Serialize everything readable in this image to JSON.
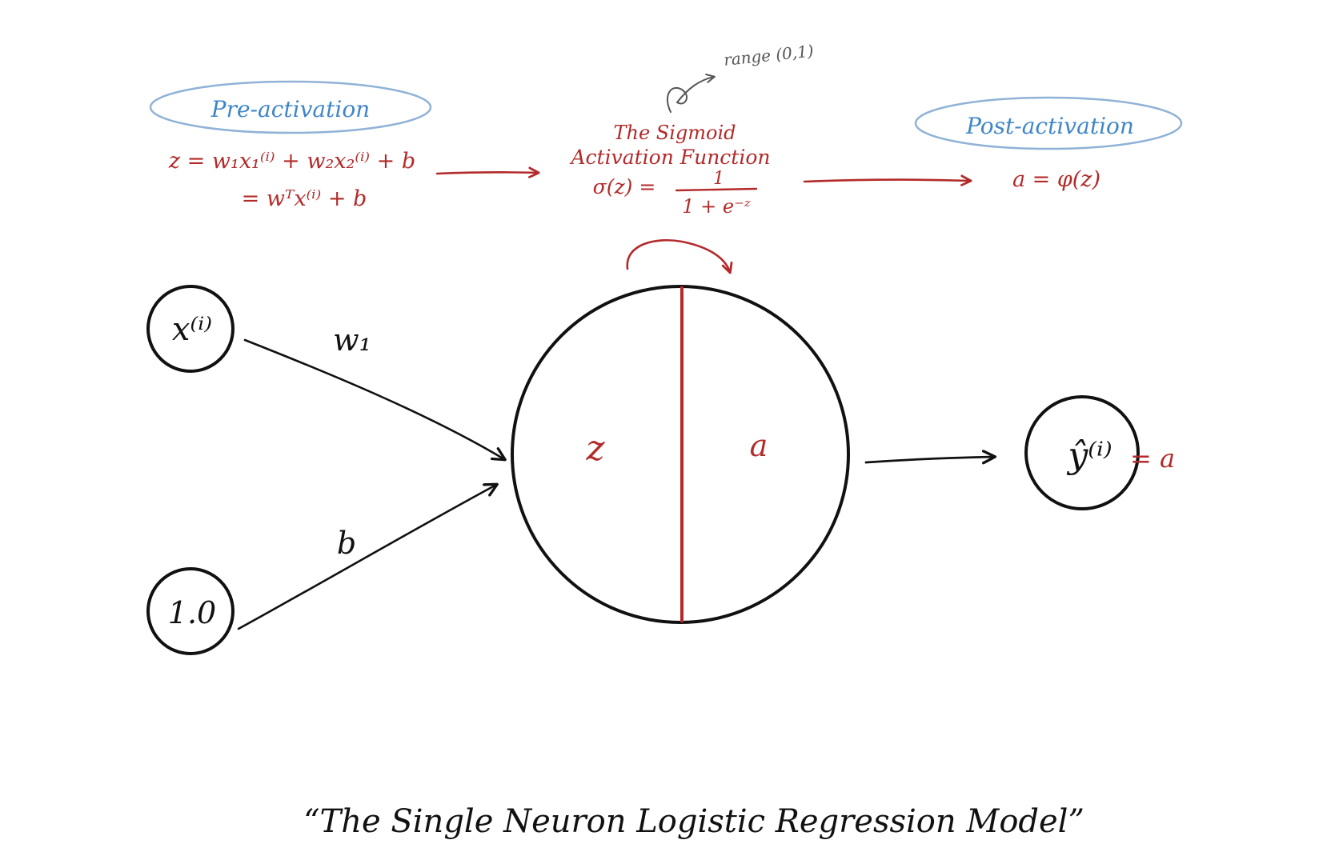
{
  "colors": {
    "ink": "#111111",
    "annotation_red": "#b32a2a",
    "label_blue": "#3f86c8",
    "ellipse_blue": "#8fb2d6",
    "note_gray": "#555555"
  },
  "labels": {
    "range_note": "range (0,1)",
    "pre_activation": "Pre-activation",
    "pre_formula_line1": "z = w₁x₁⁽ⁱ⁾ + w₂x₂⁽ⁱ⁾ + b",
    "pre_formula_line2": "= wᵀx⁽ⁱ⁾ + b",
    "sigmoid_title_line1": "The Sigmoid",
    "sigmoid_title_line2": "Activation Function",
    "sigmoid_lhs": "σ(z) =",
    "sigmoid_numerator": "1",
    "sigmoid_denominator": "1 + e⁻ᶻ",
    "post_activation": "Post-activation",
    "post_formula": "a = φ(z)"
  },
  "nodes": {
    "input_x": "x⁽ⁱ⁾",
    "input_bias": "1.0",
    "neuron_z": "z",
    "neuron_a": "a",
    "output_yhat": "ŷ⁽ⁱ⁾",
    "output_eq_a": "= a"
  },
  "edges": {
    "weight_label": "w₁",
    "bias_label": "b"
  },
  "caption": "“The Single Neuron Logistic Regression Model”"
}
